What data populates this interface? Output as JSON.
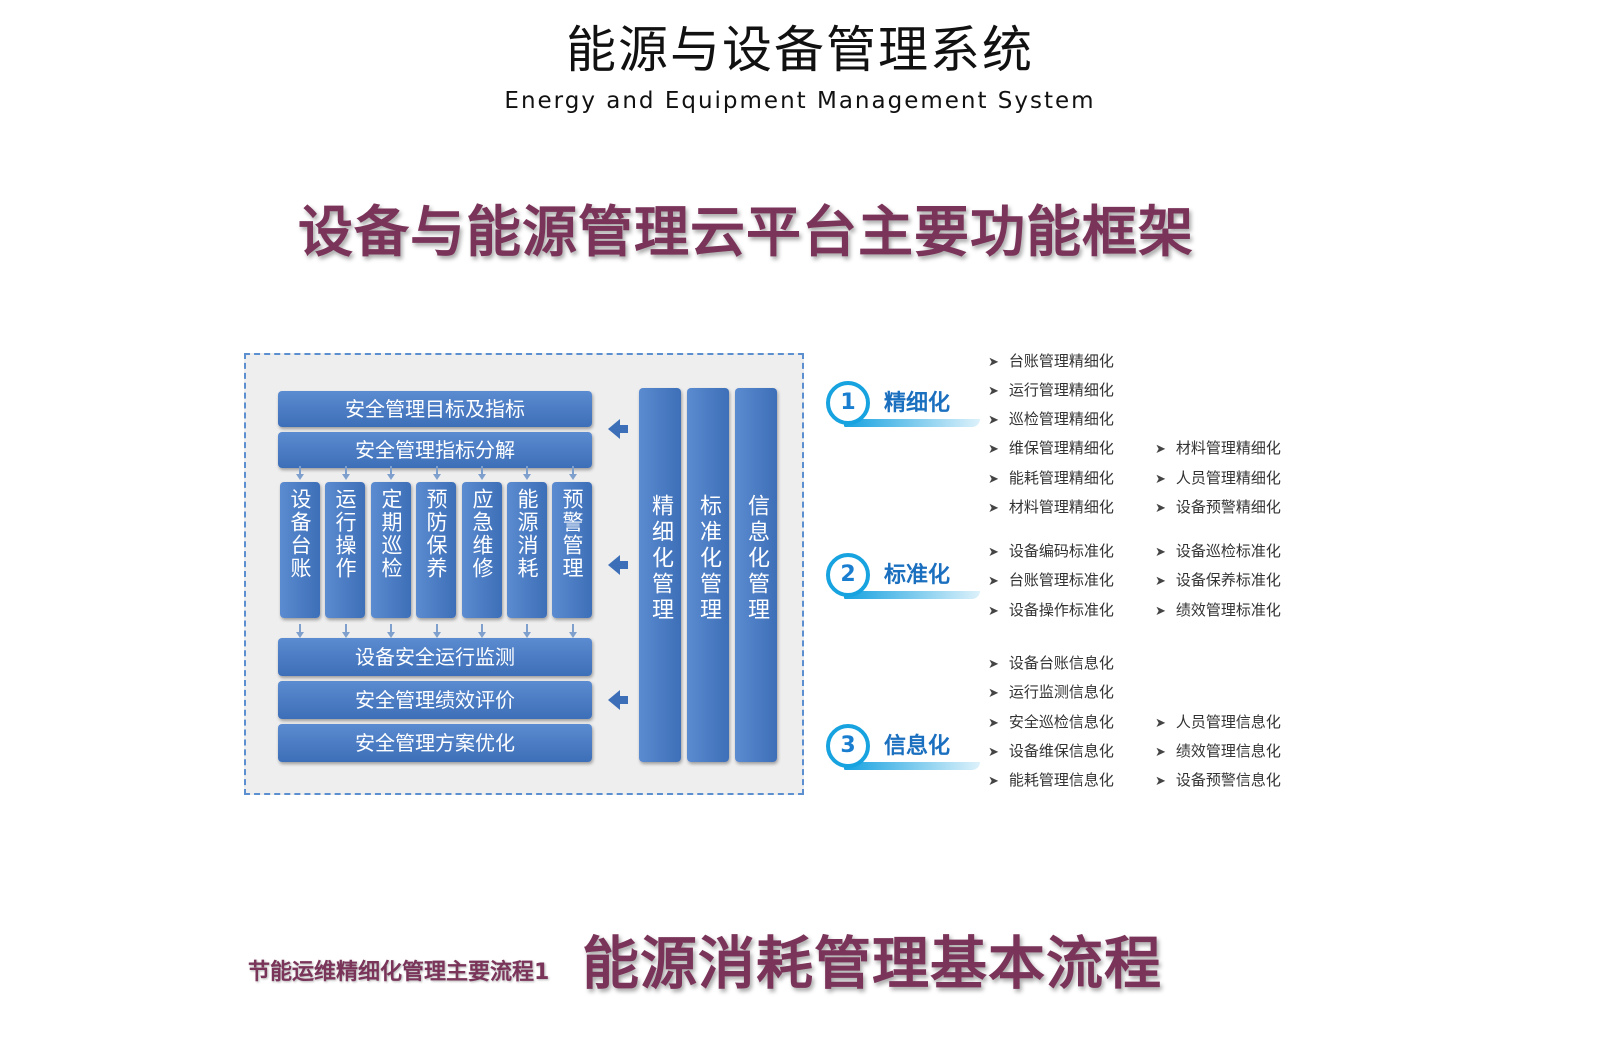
{
  "header": {
    "title": "能源与设备管理系统",
    "subtitle": "Energy and Equipment Management System"
  },
  "framework": {
    "heading": "设备与能源管理云平台主要功能框架",
    "top_bars": [
      "安全管理目标及指标",
      "安全管理指标分解"
    ],
    "columns": [
      "设备台账",
      "运行操作",
      "定期巡检",
      "预防保养",
      "应急维修",
      "能源消耗",
      "预警管理"
    ],
    "bottom_bars": [
      "设备安全运行监测",
      "安全管理绩效评价",
      "安全管理方案优化"
    ],
    "tall_columns": [
      "精细化管理",
      "标准化管理",
      "信息化管理"
    ]
  },
  "badges": [
    {
      "number": "1",
      "label": "精细化"
    },
    {
      "number": "2",
      "label": "标准化"
    },
    {
      "number": "3",
      "label": "信息化"
    }
  ],
  "lists": {
    "refinement": {
      "left": [
        "台账管理精细化",
        "运行管理精细化",
        "巡检管理精细化",
        "维保管理精细化",
        "能耗管理精细化",
        "材料管理精细化"
      ],
      "right": [
        "材料管理精细化",
        "人员管理精细化",
        "设备预警精细化"
      ]
    },
    "standardization": {
      "left": [
        "设备编码标准化",
        "台账管理标准化",
        "设备操作标准化"
      ],
      "right": [
        "设备巡检标准化",
        "设备保养标准化",
        "绩效管理标准化"
      ]
    },
    "informatization": {
      "left": [
        "设备台账信息化",
        "运行监测信息化",
        "安全巡检信息化",
        "设备维保信息化",
        "能耗管理信息化"
      ],
      "right": [
        "人员管理信息化",
        "绩效管理信息化",
        "设备预警信息化"
      ]
    }
  },
  "flow": {
    "prefix": "节能运维精细化管理主要流程1",
    "heading": "能源消耗管理基本流程"
  },
  "colors": {
    "bar_blue": "#3d6fb8",
    "heading_maroon": "#7a3459",
    "badge_cyan": "#17a2e0"
  }
}
